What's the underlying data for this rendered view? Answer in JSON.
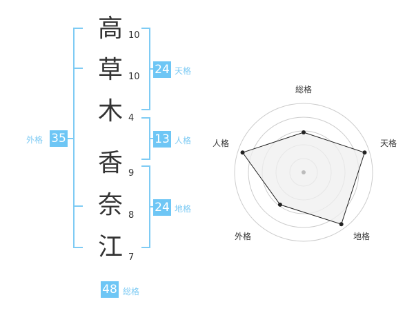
{
  "name": {
    "characters": [
      {
        "char": "高",
        "strokes": "10"
      },
      {
        "char": "草",
        "strokes": "10"
      },
      {
        "char": "木",
        "strokes": "4"
      },
      {
        "char": "香",
        "strokes": "9"
      },
      {
        "char": "奈",
        "strokes": "8"
      },
      {
        "char": "江",
        "strokes": "7"
      }
    ]
  },
  "scores": {
    "tenkaku": {
      "value": "24",
      "label": "天格"
    },
    "jinkaku": {
      "value": "13",
      "label": "人格"
    },
    "chikaku": {
      "value": "24",
      "label": "地格"
    },
    "gaikaku": {
      "value": "35",
      "label": "外格"
    },
    "soukaku": {
      "value": "48",
      "label": "総格"
    }
  },
  "radar": {
    "labels": [
      "総格",
      "天格",
      "地格",
      "外格",
      "人格"
    ],
    "levels": [
      0.58,
      0.93,
      0.93,
      0.58,
      0.93
    ],
    "colors": {
      "fill": "#efefef",
      "stroke": "#222222",
      "rings": "#cccccc",
      "center": "#bbbbbb"
    }
  },
  "colors": {
    "accent": "#6ec6f5",
    "accent_text": "#7ecbf4"
  }
}
